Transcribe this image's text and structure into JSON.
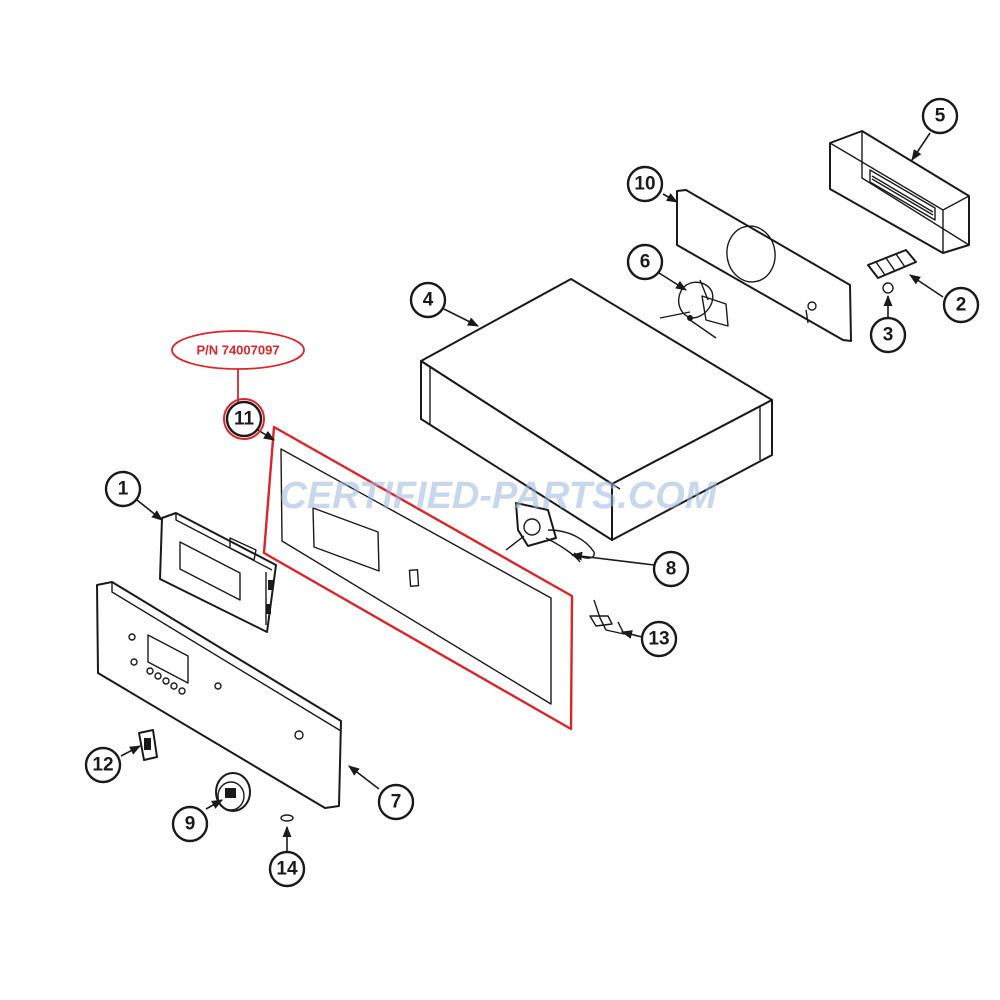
{
  "diagram": {
    "part_number_label": "P/N 74007097",
    "watermark": "CERTIFIED-PARTS.COM",
    "colors": {
      "highlight": "#d9262a",
      "line": "#1a1a1a",
      "watermark": "#9db8e0"
    },
    "callouts": [
      {
        "id": "1",
        "label": "1"
      },
      {
        "id": "2",
        "label": "2"
      },
      {
        "id": "3",
        "label": "3"
      },
      {
        "id": "4",
        "label": "4"
      },
      {
        "id": "5",
        "label": "5"
      },
      {
        "id": "6",
        "label": "6"
      },
      {
        "id": "7",
        "label": "7"
      },
      {
        "id": "8",
        "label": "8"
      },
      {
        "id": "9",
        "label": "9"
      },
      {
        "id": "10",
        "label": "10"
      },
      {
        "id": "11",
        "label": "11"
      },
      {
        "id": "12",
        "label": "12"
      },
      {
        "id": "13",
        "label": "13"
      },
      {
        "id": "14",
        "label": "14"
      }
    ]
  }
}
